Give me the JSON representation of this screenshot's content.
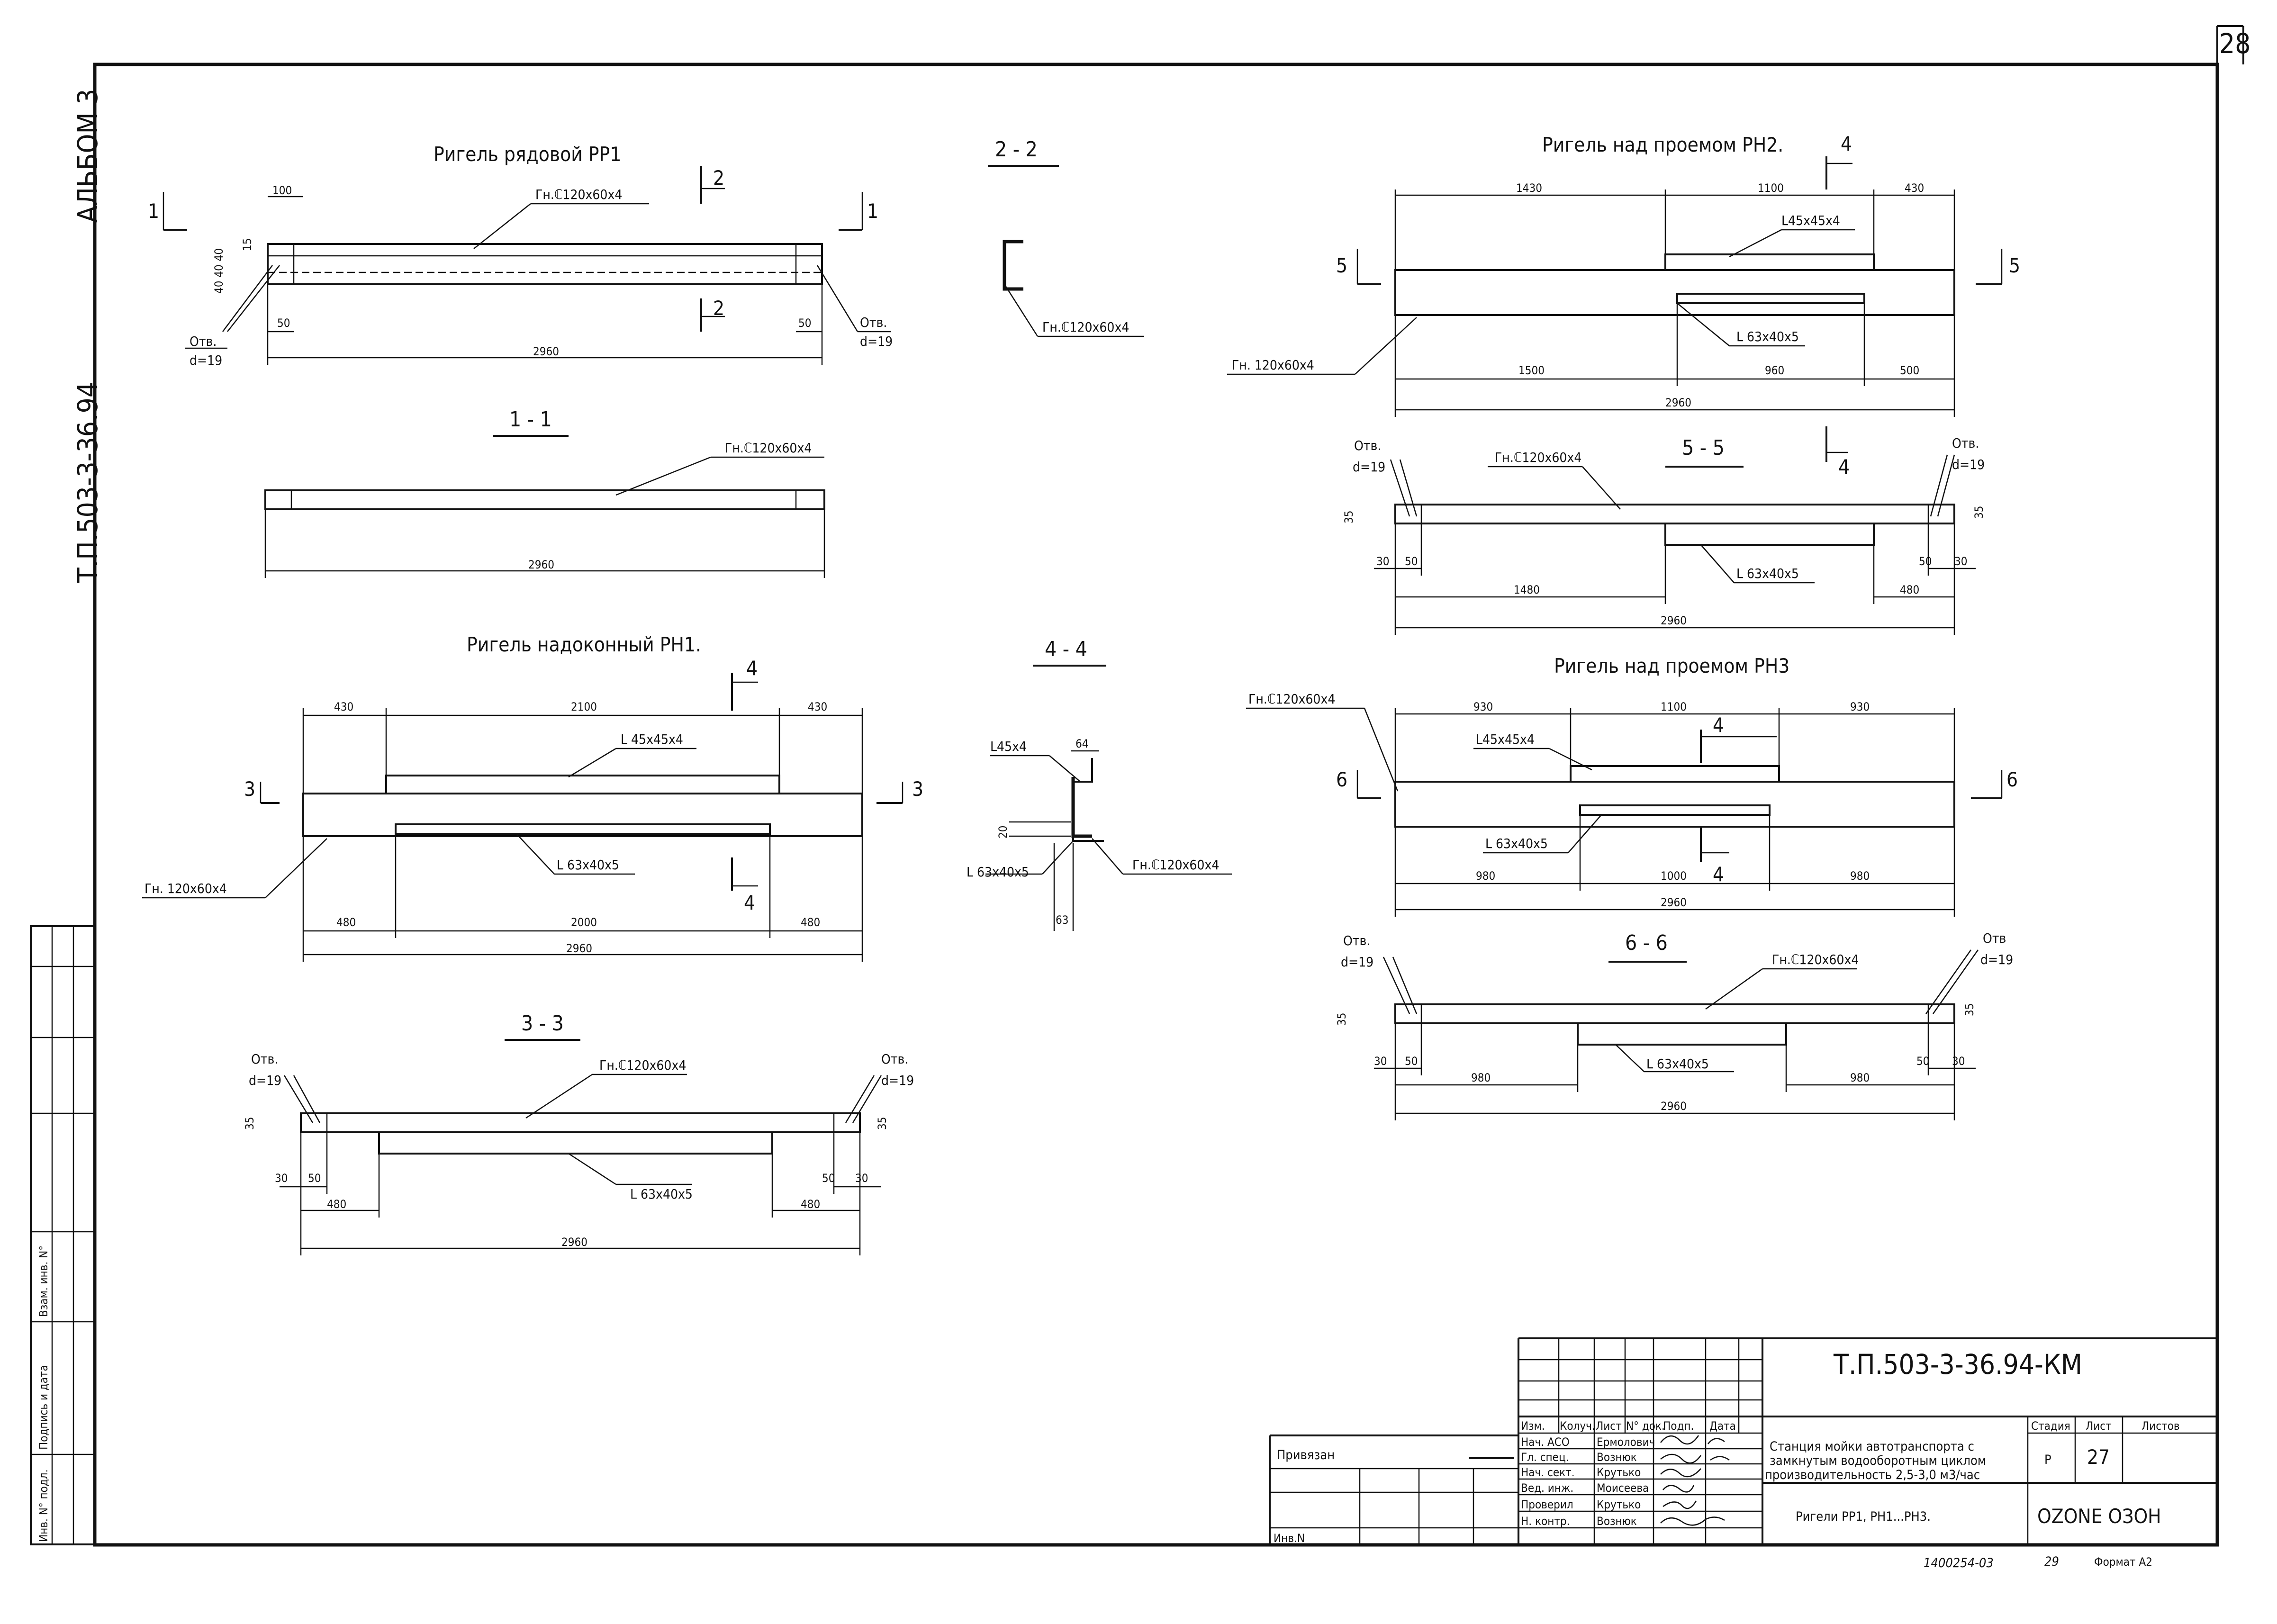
{
  "page_number": "28",
  "side": {
    "album": "АЛЬБОМ 3",
    "code": "Т.П.503-3-36.94",
    "inv_podl": "Инв. N° подл.",
    "podpis_data": "Подпись и дата",
    "vzam_inv": "Взам. инв. N°"
  },
  "rr1": {
    "title": "Ригель рядовой РР1",
    "profile": "Гн.ℂ120х60х4",
    "hole": "Отв.",
    "d": "d=19",
    "dims": {
      "d100": "100",
      "d50": "50",
      "d2960": "2960",
      "stack": "40 40 40",
      "d15": "15"
    },
    "cut1": "1",
    "cut2": "2"
  },
  "s11": {
    "title": "1 - 1",
    "profile": "Гн.ℂ120х60х4",
    "d2960": "2960"
  },
  "s22": {
    "title": "2 - 2",
    "profile": "Гн.ℂ120х60х4"
  },
  "rn1": {
    "title": "Ригель надоконный РН1.",
    "angle_top": "L 45х45х4",
    "angle_bot": "L 63х40х5",
    "tube": "Гн. 120х60х4",
    "top": [
      "430",
      "2100",
      "430"
    ],
    "bot": [
      "480",
      "2000",
      "480"
    ],
    "total": "2960",
    "cut3": "3",
    "cut4": "4"
  },
  "s33": {
    "title": "3 - 3",
    "profile": "Гн.ℂ120х60х4",
    "angle": "L 63х40х5",
    "hole": "Отв.",
    "d": "d=19",
    "d30": "30",
    "d50": "50",
    "d480": "480",
    "d2960": "2960",
    "d35": "35"
  },
  "s44": {
    "title": "4 - 4",
    "angle_top": "L45х4",
    "angle_bot": "L 63х40х5",
    "profile": "Гн.ℂ120х60х4",
    "d64": "64",
    "d20": "20",
    "d63": "63"
  },
  "rn2": {
    "title": "Ригель над проемом РН2.",
    "top": [
      "1430",
      "1100",
      "430"
    ],
    "bot": [
      "1500",
      "960",
      "500"
    ],
    "total": "2960",
    "angle_top": "L45х45х4",
    "angle_bot": "L 63х40х5",
    "tube": "Гн. 120х60х4",
    "cut4": "4",
    "cut5": "5"
  },
  "s55": {
    "title": "5 - 5",
    "profile": "Гн.ℂ120х60х4",
    "angle": "L 63х40х5",
    "hole": "Отв.",
    "d": "d=19",
    "d30": "30",
    "d50": "50",
    "d1480": "1480",
    "d480": "480",
    "d2960": "2960",
    "d35": "35",
    "cut4": "4"
  },
  "rn3": {
    "title": "Ригель над проемом РН3",
    "top": [
      "930",
      "1100",
      "930"
    ],
    "bot": [
      "980",
      "1000",
      "980"
    ],
    "total": "2960",
    "angle_top": "L45х45х4",
    "angle_bot": "L 63х40х5",
    "tube": "Гн.ℂ120х60х4",
    "cut4": "4",
    "cut6": "6"
  },
  "s66": {
    "title": "6 - 6",
    "profile": "Гн.ℂ120х60х4",
    "angle": "L 63х40х5",
    "hole": "Отв.",
    "hole_r": "Отв",
    "d": "d=19",
    "d30": "30",
    "d50": "50",
    "d980": "980",
    "d2960": "2960",
    "d35": "35"
  },
  "titleblock": {
    "doc_code": "Т.П.503-3-36.94-КМ",
    "privyazan": "Привязан",
    "inv_n": "Инв.N",
    "cols": [
      "Изм.",
      "Колуч.",
      "Лист",
      "N° док.",
      "Подп.",
      "Дата"
    ],
    "roles": [
      "Нач. АСО",
      "Гл. спец.",
      "Нач. сект.",
      "Вед. инж.",
      "Проверил",
      "Н. контр."
    ],
    "names": [
      "Ермолович",
      "Вознюк",
      "Крутько",
      "Моисеева",
      "Крутько",
      "Вознюк"
    ],
    "desc": [
      "Станция мойки автотранспорта с",
      "замкнутым водооборотным циклом",
      "производительность 2,5-3,0 м3/час"
    ],
    "sheet_name": "Ригели РР1, РН1...РН3.",
    "stage_h": "Стадия",
    "sheet_h": "Лист",
    "sheets_h": "Листов",
    "stage": "Р",
    "sheet": "27",
    "logo": "OZONE ОЗОН",
    "inv_foot": "1400254-03",
    "page_foot": "29",
    "format": "Формат А2"
  }
}
